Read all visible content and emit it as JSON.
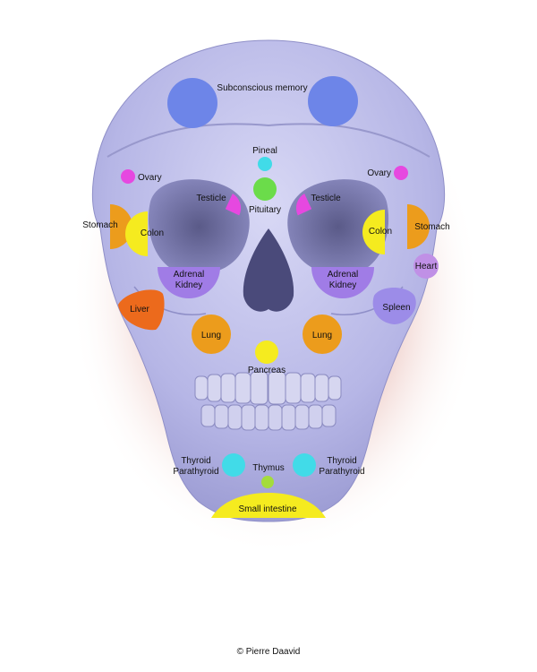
{
  "credit": "© Pierre Daavid",
  "colors": {
    "blue": "#6d85e8",
    "magenta": "#e648e0",
    "cyan": "#41dbe8",
    "green": "#6bdc4a",
    "orange": "#ec9c1c",
    "yellow": "#f5eb1f",
    "violet": "#a07ce6",
    "dark_orange": "#ec6a1c",
    "lavender": "#9c8ce8",
    "light_violet": "#c090e6",
    "lime": "#a4dc3c"
  },
  "zones": {
    "subconscious": "Subconscious memory",
    "pineal": "Pineal",
    "pituitary": "Pituitary",
    "ovary_left": "Ovary",
    "ovary_right": "Ovary",
    "testicle_left": "Testicle",
    "testicle_right": "Testicle",
    "stomach_left": "Stomach",
    "stomach_right": "Stomach",
    "colon_left": "Colon",
    "colon_right": "Colon",
    "adrenal_left": [
      "Adrenal",
      "Kidney"
    ],
    "adrenal_right": [
      "Adrenal",
      "Kidney"
    ],
    "heart": "Heart",
    "liver": "Liver",
    "spleen": "Spleen",
    "lung_left": "Lung",
    "lung_right": "Lung",
    "pancreas": "Pancreas",
    "thyroid_left": [
      "Thyroid",
      "Parathyroid"
    ],
    "thyroid_right": [
      "Thyroid",
      "Parathyroid"
    ],
    "thymus": "Thymus",
    "small_intestine": "Small intestine"
  }
}
